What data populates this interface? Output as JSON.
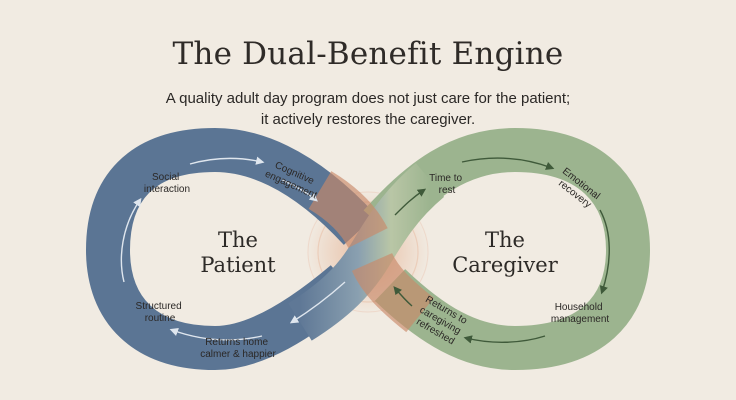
{
  "title": "The Dual-Benefit Engine",
  "subtitle": {
    "line1": "A quality adult day program does not just care for the patient;",
    "line2": "it actively restores the caregiver."
  },
  "patient": {
    "label_line1": "The",
    "label_line2": "Patient",
    "steps": {
      "social_line1": "Social",
      "social_line2": "interaction",
      "cognitive_line1": "Cognitive",
      "cognitive_line2": "engagement",
      "routine_line1": "Structured",
      "routine_line2": "routine",
      "home_line1": "Returns home",
      "home_line2": "calmer & happier"
    }
  },
  "caregiver": {
    "label_line1": "The",
    "label_line2": "Caregiver",
    "steps": {
      "rest_line1": "Time to",
      "rest_line2": "rest",
      "emotional_line1": "Emotional",
      "emotional_line2": "recovery",
      "household_line1": "Household",
      "household_line2": "management",
      "returns_line1": "Returns to",
      "returns_line2": "caregiving",
      "returns_line3": "refreshed"
    }
  },
  "colors": {
    "background": "#f1ebe2",
    "patient_loop": "#5b7594",
    "caregiver_loop": "#9cb48f",
    "crossing_glow": "#d9855c",
    "arrow_patient": "#dfe6ee",
    "arrow_caregiver": "#3f5a3a"
  }
}
